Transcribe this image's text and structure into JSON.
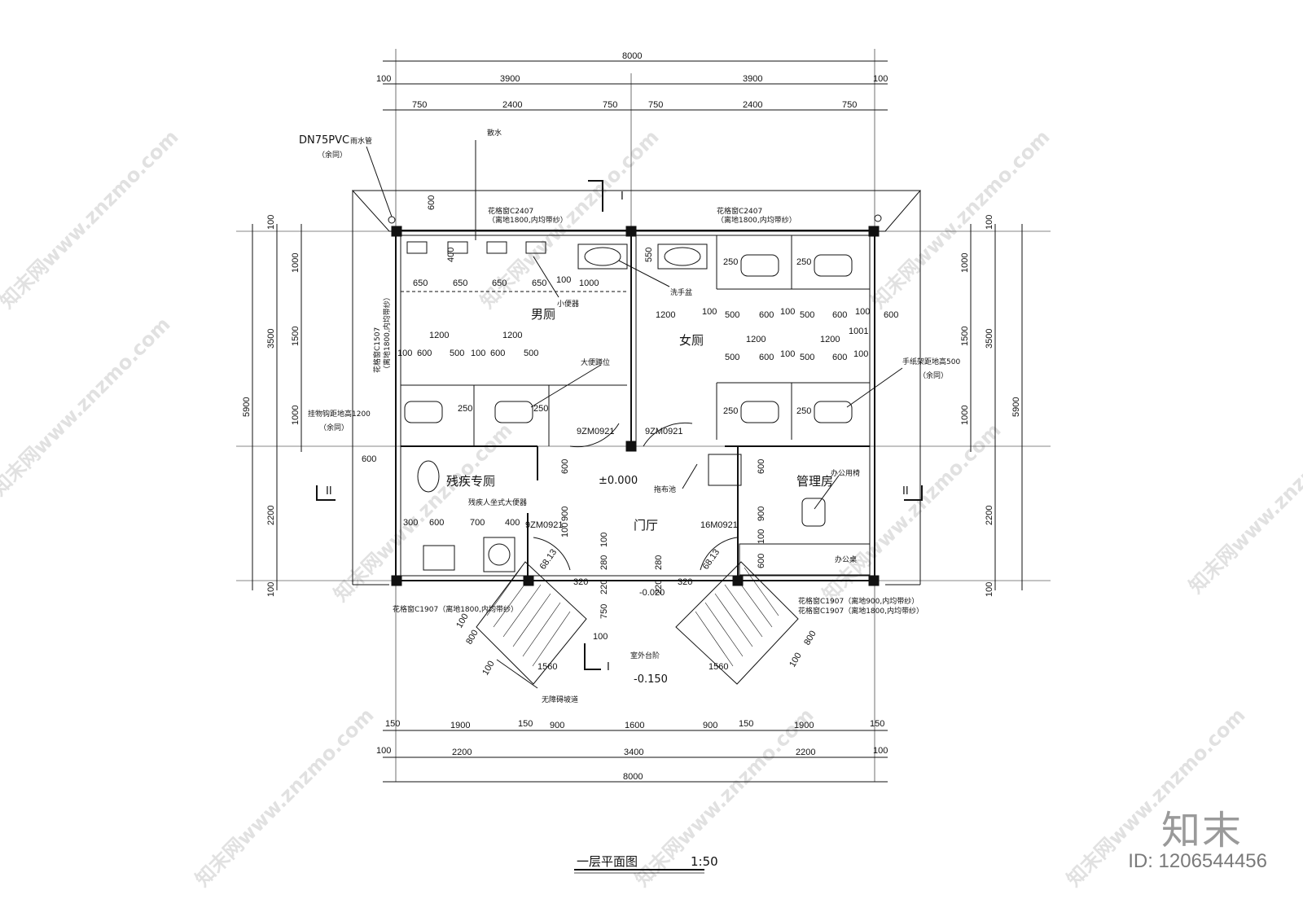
{
  "dims": {
    "top_total": "8000",
    "top_edge_l": "100",
    "top_edge_r": "100",
    "top_half_l": "3900",
    "top_half_r": "3900",
    "top_seg": [
      "750",
      "2400",
      "750",
      "750",
      "2400",
      "750"
    ],
    "bot_total": "8000",
    "bot_edge_l": "100",
    "bot_edge_r": "100",
    "bot_mid": [
      "2200",
      "3400",
      "2200"
    ],
    "bot_seg": [
      "150",
      "1900",
      "150",
      "900",
      "1600",
      "900",
      "150",
      "1900",
      "150"
    ],
    "left_total": "5900",
    "left_mid": [
      "100",
      "3500",
      "2200",
      "100"
    ],
    "left_inner": [
      "1000",
      "1500",
      "1000"
    ],
    "right_total": "5900",
    "right_mid": [
      "100",
      "3500",
      "2200",
      "100"
    ],
    "right_inner": [
      "1000",
      "1500",
      "1000"
    ],
    "men_urinal": [
      "650",
      "650",
      "650",
      "650",
      "100",
      "1000"
    ],
    "men_stall_w": [
      "1200",
      "1200"
    ],
    "men_stall": [
      "100",
      "600",
      "500",
      "100",
      "600",
      "500"
    ],
    "women_top": [
      "1200",
      "100",
      "500",
      "600",
      "100",
      "500",
      "600",
      "100",
      "600"
    ],
    "women_mid_w": [
      "1200",
      "1200"
    ],
    "women_mid": [
      "500",
      "600",
      "100",
      "500",
      "600",
      "100"
    ],
    "acc": [
      "300",
      "600",
      "700",
      "400"
    ],
    "misc": [
      "600",
      "400",
      "550",
      "250",
      "250",
      "250",
      "250",
      "250",
      "250",
      "600",
      "600",
      "900",
      "100",
      "600",
      "900",
      "100",
      "600",
      "100",
      "280",
      "280",
      "220",
      "220",
      "750",
      "320",
      "320",
      "100",
      "100",
      "800",
      "800",
      "100",
      "100",
      "1560",
      "1560",
      "68.13",
      "68.13",
      "1001"
    ]
  },
  "labels": {
    "downpipe": "DN75PVC",
    "downpipe_sub": "雨水管",
    "same1": "（余同）",
    "sanshui": "散水",
    "win_top_l": "花格窗C2407",
    "win_top_l_sub": "（离地1800,内均带纱）",
    "win_top_r": "花格窗C2407",
    "win_top_r_sub": "（离地1800,内均带纱）",
    "win_left": "花格窗C1507",
    "win_left_sub": "（离地1800,内均带纱）",
    "washbasin": "洗手盆",
    "urinal": "小便器",
    "squat": "大便蹲位",
    "hook": "挂物钩距地高1200",
    "same2": "（余同）",
    "paper": "手纸架距地高500",
    "same3": "（余同）",
    "door1": "9ZM0921",
    "door2": "9ZM0921",
    "door3": "9ZM0921",
    "door4": "16M0921",
    "level0": "±0.000",
    "level1": "-0.020",
    "level2": "-0.150",
    "mop": "拖布池",
    "chair": "办公用椅",
    "desk": "办公桌",
    "acc_toilet": "残疾人坐式大便器",
    "win_bot_l": "花格窗C1907（离地1800,内均带纱）",
    "win_bot_r1": "花格窗C1907（离地900,内均带纱）",
    "win_bot_r2": "花格窗C1907（离地1800,内均带纱）",
    "steps": "室外台阶",
    "ramp": "无障碍坡道",
    "sec_top": "I",
    "sec_bot": "I",
    "sec_left": "II",
    "sec_right": "II"
  },
  "rooms": {
    "men": "男厕",
    "women": "女厕",
    "accessible": "残疾专厕",
    "manager": "管理房",
    "hall": "门厅"
  },
  "title": "一层平面图",
  "scale": "1:50",
  "watermark": "知末网www.znzmo.com",
  "logo": "知末",
  "image_id": "ID: 1206544456"
}
